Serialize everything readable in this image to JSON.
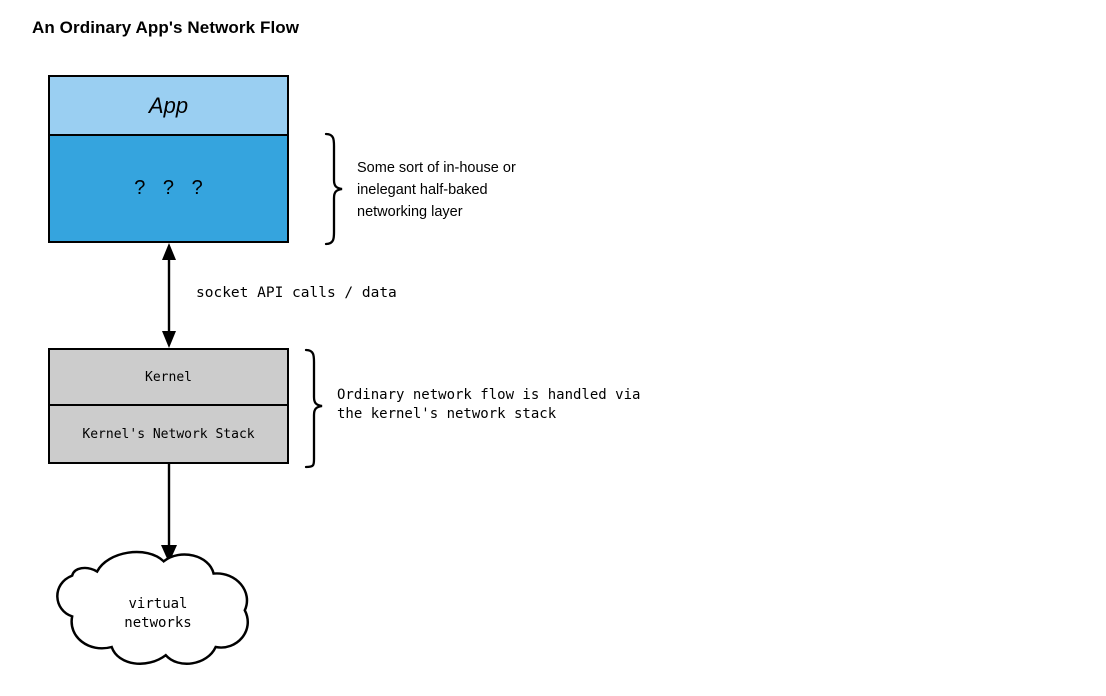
{
  "title": "An Ordinary App's Network Flow",
  "diagram": {
    "type": "flow-diagram",
    "boxes": {
      "app": {
        "label": "App",
        "fill": "#9ACFF2",
        "stroke": "#000000"
      },
      "inhouse": {
        "label": "?  ?  ?",
        "fill": "#35A4DE",
        "stroke": "#000000"
      },
      "kernel": {
        "label": "Kernel",
        "fill": "#CCCCCC",
        "stroke": "#000000"
      },
      "kernel_network_stack": {
        "label": "Kernel's Network Stack",
        "fill": "#CCCCCC",
        "stroke": "#000000"
      }
    },
    "cloud": {
      "label": "virtual\nnetworks",
      "fill": "#FFFFFF",
      "stroke": "#000000"
    },
    "annotations": {
      "inhouse_note": "Some sort of in-house or\ninelegant half-baked\nnetworking layer",
      "kernel_note": "Ordinary network flow is handled via\nthe kernel's network stack"
    },
    "edges": {
      "socket_label": "socket API calls / data"
    }
  }
}
